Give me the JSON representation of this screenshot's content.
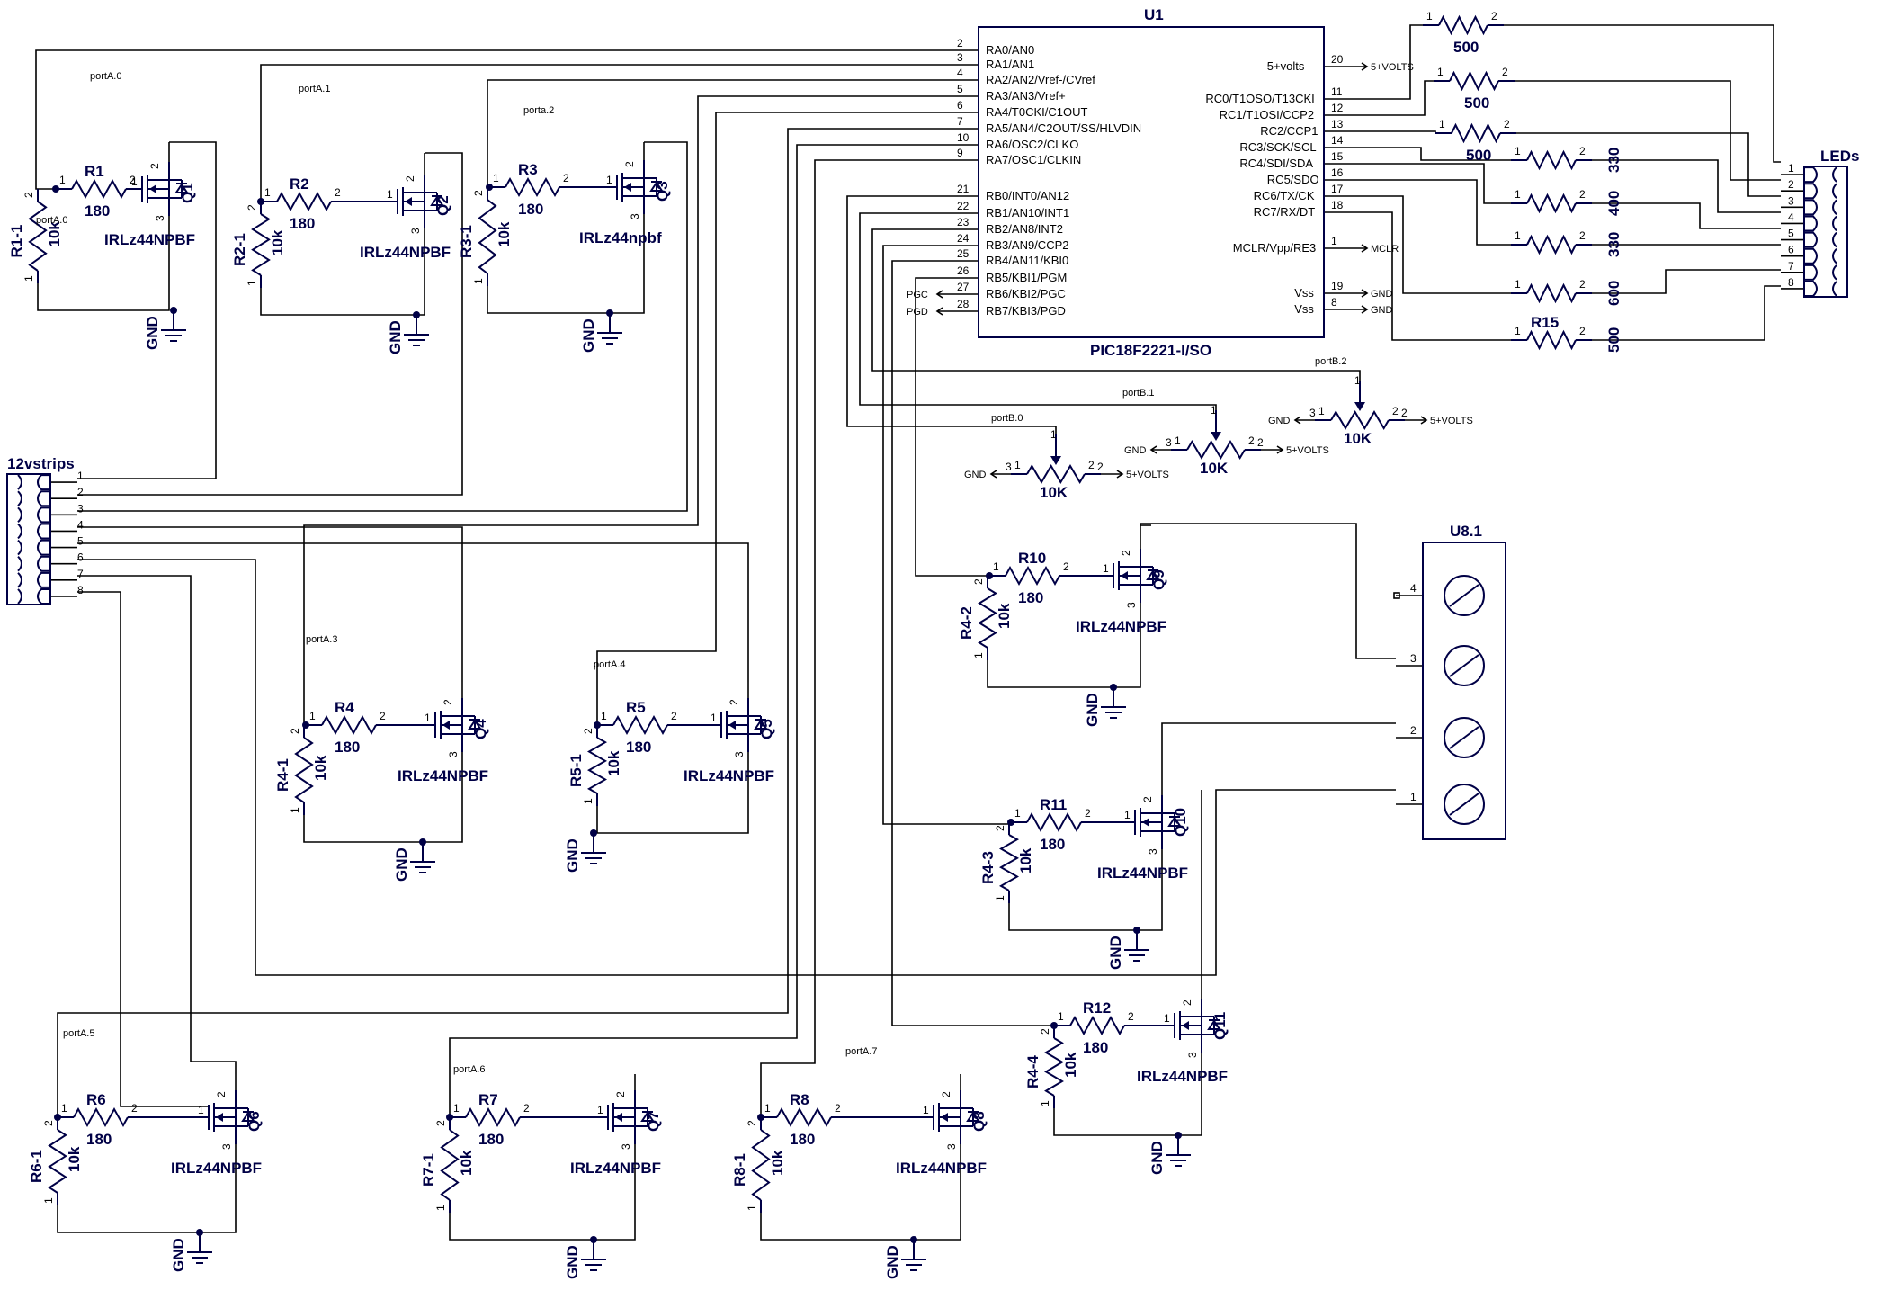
{
  "u1": {
    "name": "U1",
    "part": "PIC18F2221-I/SO",
    "left_pins": [
      {
        "num": "2",
        "name": "RA0/AN0"
      },
      {
        "num": "3",
        "name": "RA1/AN1"
      },
      {
        "num": "4",
        "name": "RA2/AN2/Vref-/CVref"
      },
      {
        "num": "5",
        "name": "RA3/AN3/Vref+"
      },
      {
        "num": "6",
        "name": "RA4/T0CKI/C1OUT"
      },
      {
        "num": "7",
        "name": "RA5/AN4/C2OUT/SS/HLVDIN"
      },
      {
        "num": "10",
        "name": "RA6/OSC2/CLKO"
      },
      {
        "num": "9",
        "name": "RA7/OSC1/CLKIN"
      },
      {
        "num": "21",
        "name": "RB0/INT0/AN12"
      },
      {
        "num": "22",
        "name": "RB1/AN10/INT1"
      },
      {
        "num": "23",
        "name": "RB2/AN8/INT2"
      },
      {
        "num": "24",
        "name": "RB3/AN9/CCP2"
      },
      {
        "num": "25",
        "name": "RB4/AN11/KBI0"
      },
      {
        "num": "26",
        "name": "RB5/KBI1/PGM"
      },
      {
        "num": "27",
        "name": "RB6/KBI2/PGC"
      },
      {
        "num": "28",
        "name": "RB7/KBI3/PGD"
      }
    ],
    "right_pins": [
      {
        "num": "20",
        "name": "5+volts"
      },
      {
        "num": "11",
        "name": "RC0/T1OSO/T13CKI"
      },
      {
        "num": "12",
        "name": "RC1/T1OSI/CCP2"
      },
      {
        "num": "13",
        "name": "RC2/CCP1"
      },
      {
        "num": "14",
        "name": "RC3/SCK/SCL"
      },
      {
        "num": "15",
        "name": "RC4/SDI/SDA"
      },
      {
        "num": "16",
        "name": "RC5/SDO"
      },
      {
        "num": "17",
        "name": "RC6/TX/CK"
      },
      {
        "num": "18",
        "name": "RC7/RX/DT"
      },
      {
        "num": "1",
        "name": "MCLR/Vpp/RE3"
      },
      {
        "num": "19",
        "name": "Vss"
      },
      {
        "num": "8",
        "name": "Vss"
      }
    ],
    "right_nets": {
      "vcc": "5+VOLTS",
      "mclr": "MCLR",
      "gnd": "GND"
    },
    "left_nets": {
      "pgc": "PGC",
      "pgd": "PGD"
    }
  },
  "leds": {
    "name": "LEDs",
    "pins": [
      "1",
      "2",
      "3",
      "4",
      "5",
      "6",
      "7",
      "8"
    ]
  },
  "strips": {
    "name": "12vstrips",
    "pins": [
      "1",
      "2",
      "3",
      "4",
      "5",
      "6",
      "7",
      "8"
    ]
  },
  "u81": {
    "name": "U8.1",
    "pins": [
      "4",
      "3",
      "2",
      "1"
    ]
  },
  "led_resistors": [
    {
      "name": "",
      "value": "500"
    },
    {
      "name": "",
      "value": "500"
    },
    {
      "name": "",
      "value": "500"
    },
    {
      "name": "",
      "value": "330"
    },
    {
      "name": "",
      "value": "400"
    },
    {
      "name": "",
      "value": "330"
    },
    {
      "name": "",
      "value": "600"
    },
    {
      "name": "R15",
      "value": "500"
    }
  ],
  "pots": [
    {
      "net": "portB.0",
      "value": "10K",
      "gnd": "GND",
      "vcc": "5+VOLTS"
    },
    {
      "net": "portB.1",
      "value": "10K",
      "gnd": "GND",
      "vcc": "5+VOLTS"
    },
    {
      "net": "portB.2",
      "value": "10K",
      "gnd": "GND",
      "vcc": "5+VOLTS"
    }
  ],
  "drivers": [
    {
      "net": "portA.0",
      "net2": "portA.0",
      "r": "R1",
      "rv": "180",
      "pd": "R1-1",
      "pdv": "10k",
      "q": "Q1",
      "part": "IRLz44NPBF",
      "gnd": "GND"
    },
    {
      "net": "portA.1",
      "net2": "",
      "r": "R2",
      "rv": "180",
      "pd": "R2-1",
      "pdv": "10k",
      "q": "Q2",
      "part": "IRLz44NPBF",
      "gnd": "GND"
    },
    {
      "net": "porta.2",
      "net2": "",
      "r": "R3",
      "rv": "180",
      "pd": "R3-1",
      "pdv": "10k",
      "q": "Q3",
      "part": "IRLz44npbf",
      "gnd": "GND"
    },
    {
      "net": "portA.3",
      "net2": "",
      "r": "R4",
      "rv": "180",
      "pd": "R4-1",
      "pdv": "10k",
      "q": "Q4",
      "part": "IRLz44NPBF",
      "gnd": "GND"
    },
    {
      "net": "portA.4",
      "net2": "",
      "r": "R5",
      "rv": "180",
      "pd": "R5-1",
      "pdv": "10k",
      "q": "Q5",
      "part": "IRLz44NPBF",
      "gnd": "GND"
    },
    {
      "net": "portA.5",
      "net2": "",
      "r": "R6",
      "rv": "180",
      "pd": "R6-1",
      "pdv": "10k",
      "q": "Q6",
      "part": "IRLz44NPBF",
      "gnd": "GND"
    },
    {
      "net": "portA.6",
      "net2": "",
      "r": "R7",
      "rv": "180",
      "pd": "R7-1",
      "pdv": "10k",
      "q": "Q7",
      "part": "IRLz44NPBF",
      "gnd": "GND"
    },
    {
      "net": "portA.7",
      "net2": "",
      "r": "R8",
      "rv": "180",
      "pd": "R8-1",
      "pdv": "10k",
      "q": "Q8",
      "part": "IRLz44NPBF",
      "gnd": "GND"
    },
    {
      "net": "",
      "net2": "",
      "r": "R10",
      "rv": "180",
      "pd": "R4-2",
      "pdv": "10k",
      "q": "Q9",
      "part": "IRLz44NPBF",
      "gnd": "GND"
    },
    {
      "net": "",
      "net2": "",
      "r": "R11",
      "rv": "180",
      "pd": "R4-3",
      "pdv": "10k",
      "q": "Q10",
      "part": "IRLz44NPBF",
      "gnd": "GND"
    },
    {
      "net": "",
      "net2": "",
      "r": "R12",
      "rv": "180",
      "pd": "R4-4",
      "pdv": "10k",
      "q": "Q11",
      "part": "IRLz44NPBF",
      "gnd": "GND"
    }
  ]
}
